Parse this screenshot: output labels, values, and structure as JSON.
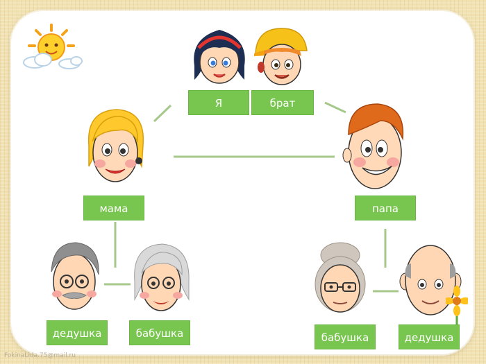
{
  "colors": {
    "label_bg": "#78c64f",
    "connector": "#a6c98b",
    "board": "#ffffff",
    "background": "#f1e1b1"
  },
  "members": {
    "me": "Я",
    "brother": "брат",
    "mom": "мама",
    "dad": "папа",
    "mom_grandpa": "дедушка",
    "mom_grandma": "бабушка",
    "dad_grandma": "бабушка",
    "dad_grandpa": "дедушка"
  },
  "watermark": "FokinaLida.75@mail.ru"
}
